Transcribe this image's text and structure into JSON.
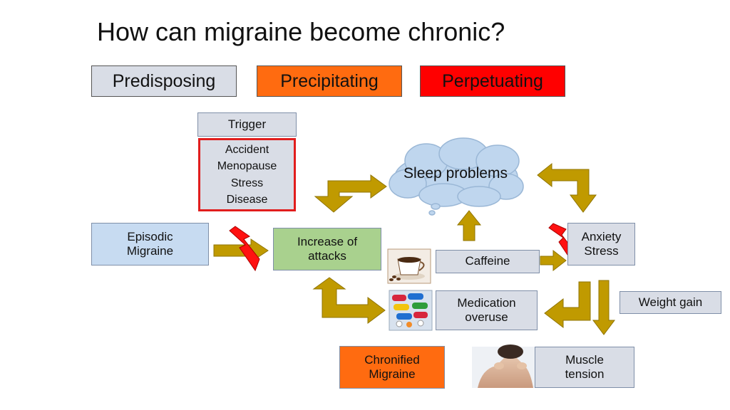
{
  "title": "How can migraine become chronic?",
  "legend": {
    "predisposing": "Predisposing",
    "precipitating": "Precipitating",
    "perpetuating": "Perpetuating"
  },
  "nodes": {
    "trigger": "Trigger",
    "trigger_list": "Accident\nMenopause\nStress\nDisease",
    "sleep_problems": "Sleep problems",
    "episodic_migraine": "Episodic\nMigraine",
    "increase_of_attacks": "Increase of\nattacks",
    "caffeine": "Caffeine",
    "anxiety_stress": "Anxiety\nStress",
    "medication_overuse": "Medication\noveruse",
    "weight_gain": "Weight gain",
    "chronified_migraine": "Chronified\nMigraine",
    "muscle_tension": "Muscle\ntension"
  },
  "icons": {
    "coffee": "coffee-cup-icon",
    "pills": "pills-icon",
    "neck": "neck-pain-photo",
    "lightning": "lightning-bolt-icon"
  },
  "colors": {
    "predisposing": "#d9dde6",
    "precipitating": "#ff6b10",
    "perpetuating": "#ff0000",
    "arrow": "#c09a00",
    "trigger_border": "#e11d1d"
  }
}
